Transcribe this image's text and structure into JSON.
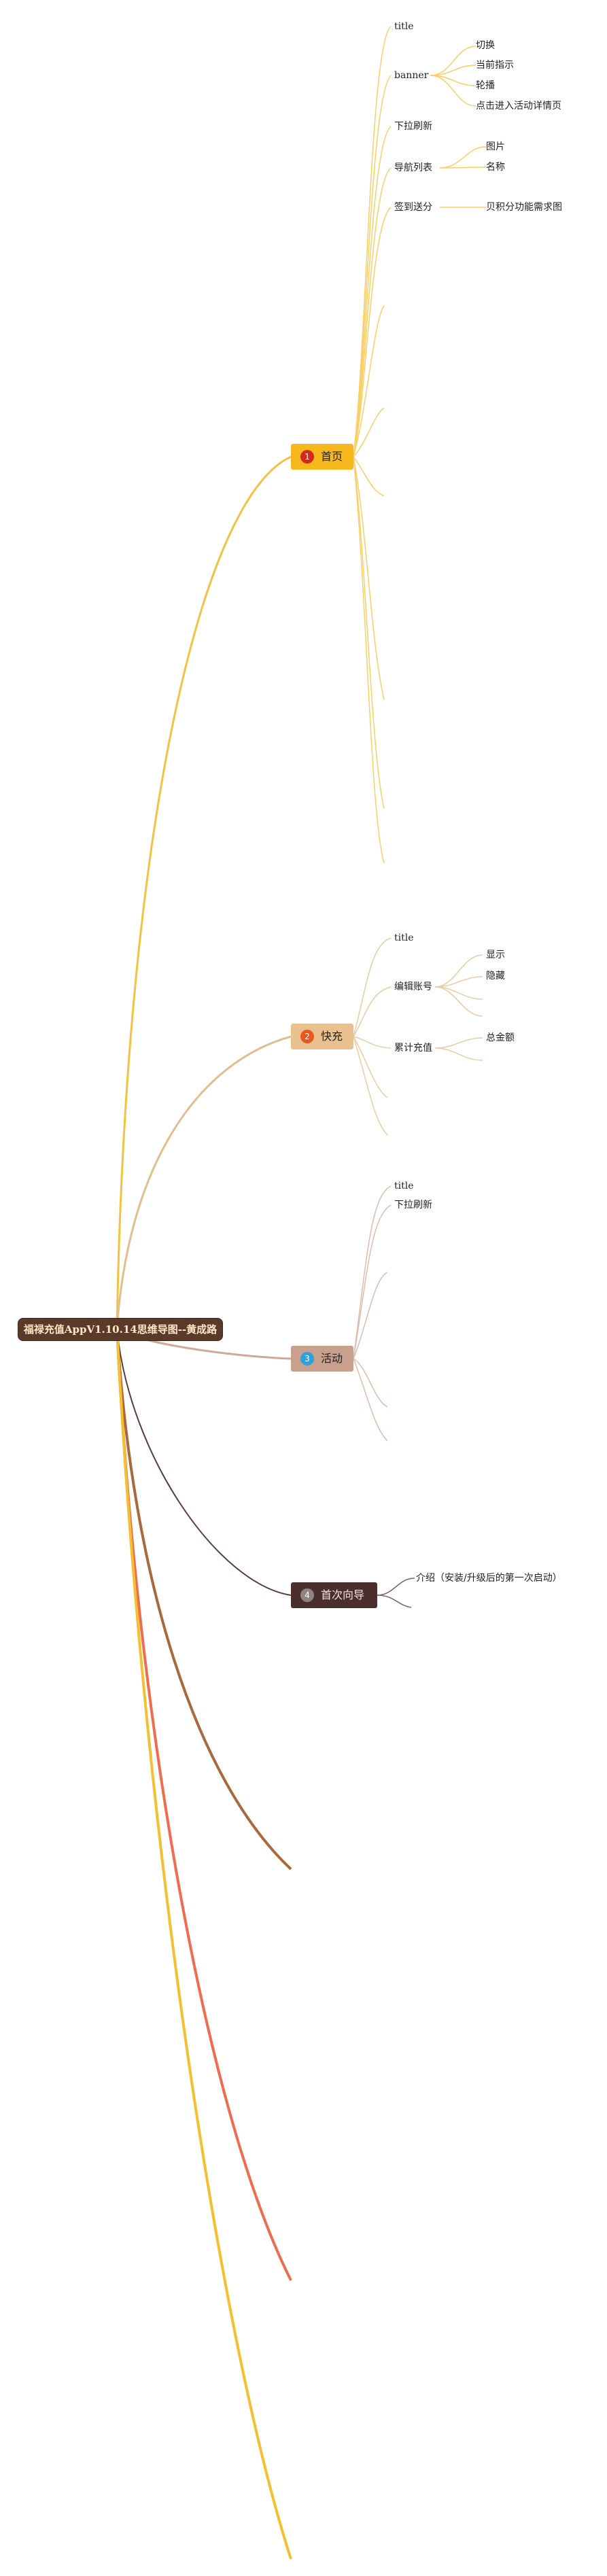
{
  "root": {
    "label": "福禄充值AppV1.10.14思维导图--黄成路"
  },
  "branches": [
    {
      "number": "1",
      "label": "首页",
      "colors": {
        "fill": "#f7b81d",
        "badge": "#d1291c",
        "line": "#f4c242"
      },
      "children": [
        {
          "label": "title"
        },
        {
          "label": "banner",
          "children": [
            {
              "label": "切换"
            },
            {
              "label": "当前指示"
            },
            {
              "label": "轮播"
            },
            {
              "label": "点击进入活动详情页"
            }
          ]
        },
        {
          "label": "下拉刷新"
        },
        {
          "label": "导航列表",
          "children": [
            {
              "label": "图片"
            },
            {
              "label": "名称"
            }
          ]
        },
        {
          "label": "签到送分",
          "children": [
            {
              "label": "贝积分功能需求图"
            }
          ]
        }
      ]
    },
    {
      "number": "2",
      "label": "快充",
      "colors": {
        "fill": "#e9c18f",
        "badge": "#e8571f",
        "line": "#e2be8c"
      },
      "children": [
        {
          "label": "title"
        },
        {
          "label": "编辑账号",
          "children": [
            {
              "label": "显示"
            },
            {
              "label": "隐藏"
            }
          ]
        },
        {
          "label": "累计充值",
          "children": [
            {
              "label": "总金额"
            }
          ]
        }
      ]
    },
    {
      "number": "3",
      "label": "活动",
      "colors": {
        "fill": "#c9a08d",
        "badge": "#2aa3dc",
        "line": "#cfa898"
      },
      "children": [
        {
          "label": "title"
        },
        {
          "label": "下拉刷新"
        }
      ]
    },
    {
      "number": "4",
      "label": "首次向导",
      "colors": {
        "fill": "#4a2f2c",
        "badge": "#8e8583",
        "line": "#5a3d3a"
      },
      "children": [
        {
          "label": "介绍（安装/升级后的第一次启动）"
        }
      ]
    }
  ],
  "extra_branch_colors": [
    "#a86a3c",
    "#ef6d4f",
    "#f5bf32"
  ]
}
